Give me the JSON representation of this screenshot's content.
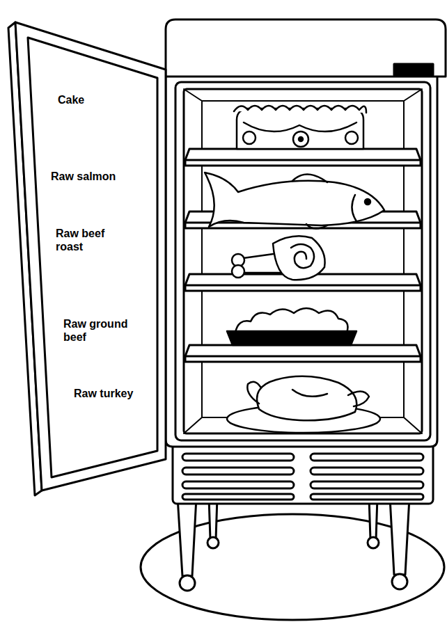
{
  "diagram": {
    "labels": [
      "Cake",
      "Raw salmon",
      "Raw beef roast",
      "Raw ground beef",
      "Raw turkey"
    ]
  }
}
